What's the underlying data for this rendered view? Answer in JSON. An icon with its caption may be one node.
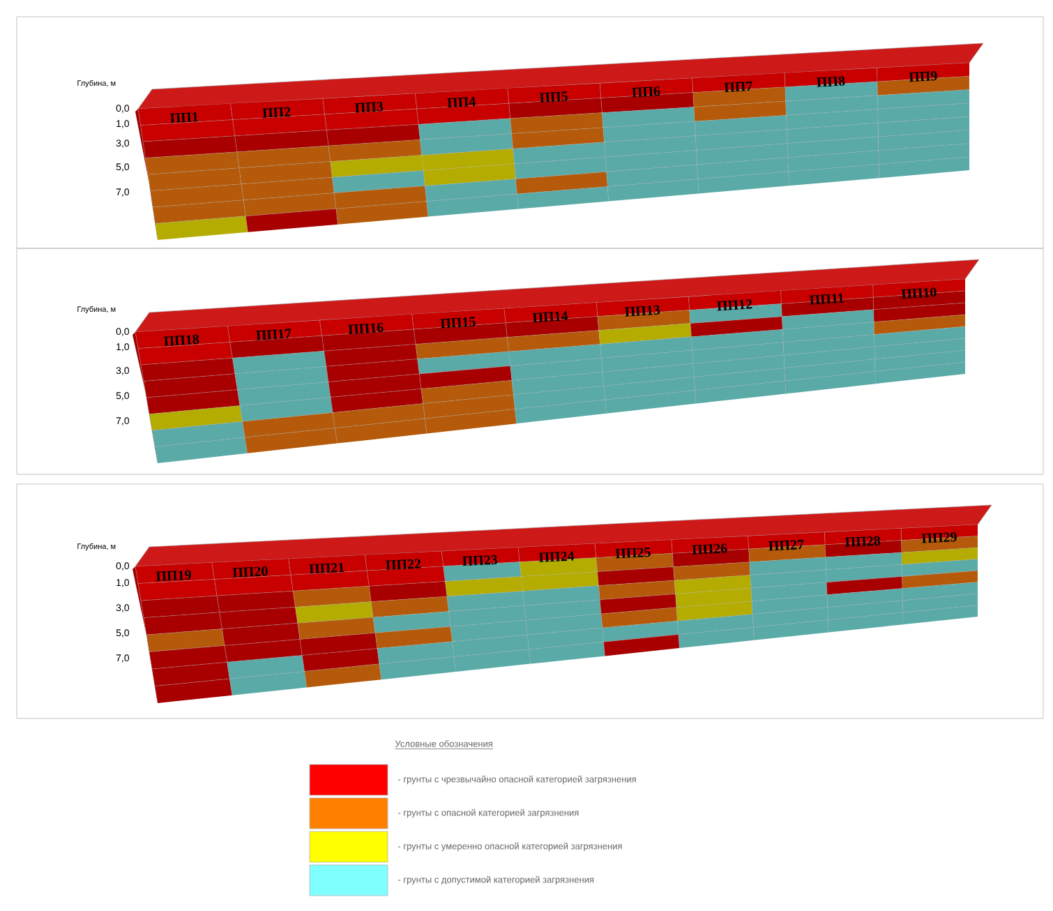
{
  "diagram": {
    "labels": [
      "Глубина, м",
      "0,0",
      "1,0",
      "3,0",
      "5,0",
      "7,0",
      "ПП1",
      "ПП2",
      "ПП3",
      "ПП4",
      "ПП5",
      "ПП6",
      "ПП7",
      "ПП8",
      "ПП9",
      "Глубина, м",
      "0,0",
      "1,0",
      "3,0",
      "5,0",
      "7,0",
      "ПП18",
      "ПП17",
      "ПП16",
      "ПП15",
      "ПП14",
      "ПП13",
      "ПП12",
      "ПП11",
      "ПП10",
      "Глубина, м",
      "0,0",
      "1,0",
      "3,0",
      "5,0",
      "7,0",
      "ПП19",
      "ПП20",
      "ПП21",
      "ПП22",
      "ПП23",
      "ПП24",
      "ПП25",
      "ПП26",
      "ПП27",
      "ПП28",
      "ПП29",
      "Условные обозначения"
    ],
    "legend": [
      {
        "text": "- грунты с чрезвычайно опасной категорией загрязнения",
        "color": "#ff0000"
      },
      {
        "text": "- грунты с опасной категорией загрязнения",
        "color": "#ff7f00"
      },
      {
        "text": "- грунты с умеренно опасной категорией загрязнения",
        "color": "#ffff00"
      },
      {
        "text": "- грунты с допустимой категорией загрязнения",
        "color": "#80ffff"
      }
    ]
  }
}
